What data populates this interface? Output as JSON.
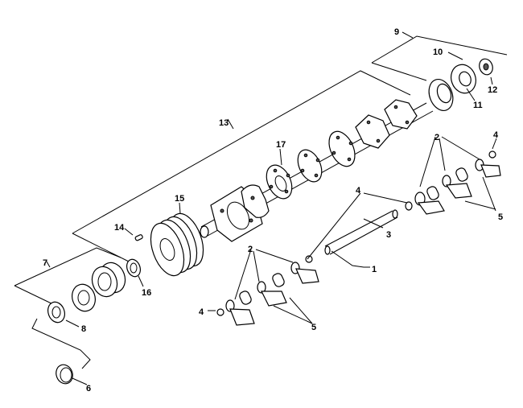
{
  "diagram": {
    "callouts": {
      "c1": "1",
      "c2a": "2",
      "c2b": "2",
      "c3": "3",
      "c4a": "4",
      "c4b": "4",
      "c4c": "4",
      "c5a": "5",
      "c5b": "5",
      "c6": "6",
      "c7": "7",
      "c8": "8",
      "c9": "9",
      "c10": "10",
      "c11": "11",
      "c12": "12",
      "c13": "13",
      "c14": "14",
      "c15": "15",
      "c16": "16",
      "c17": "17"
    }
  }
}
